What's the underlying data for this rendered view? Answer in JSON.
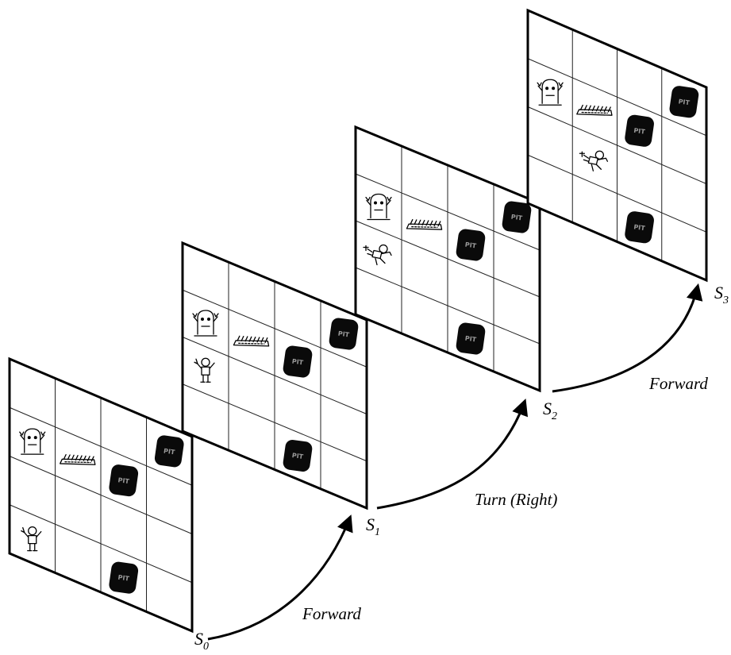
{
  "diagram": {
    "grid_size": 4,
    "pit_text": "PIT",
    "states": [
      {
        "label": "S",
        "subscript": "0",
        "wumpus": [
          0,
          1
        ],
        "gold": [
          1,
          1
        ],
        "agent": [
          0,
          3
        ],
        "agent_facing": "up",
        "pits": [
          [
            3,
            0
          ],
          [
            2,
            1
          ],
          [
            2,
            3
          ]
        ]
      },
      {
        "label": "S",
        "subscript": "1",
        "wumpus": [
          0,
          1
        ],
        "gold": [
          1,
          1
        ],
        "agent": [
          0,
          2
        ],
        "agent_facing": "up",
        "pits": [
          [
            3,
            0
          ],
          [
            2,
            1
          ],
          [
            2,
            3
          ]
        ]
      },
      {
        "label": "S",
        "subscript": "2",
        "wumpus": [
          0,
          1
        ],
        "gold": [
          1,
          1
        ],
        "agent": [
          0,
          2
        ],
        "agent_facing": "right",
        "pits": [
          [
            3,
            0
          ],
          [
            2,
            1
          ],
          [
            2,
            3
          ]
        ]
      },
      {
        "label": "S",
        "subscript": "3",
        "wumpus": [
          0,
          1
        ],
        "gold": [
          1,
          1
        ],
        "agent": [
          1,
          2
        ],
        "agent_facing": "right",
        "pits": [
          [
            3,
            0
          ],
          [
            2,
            1
          ],
          [
            2,
            3
          ]
        ]
      }
    ],
    "actions": [
      {
        "label": "Forward"
      },
      {
        "label": "Turn (Right)"
      },
      {
        "label": "Forward"
      }
    ]
  }
}
